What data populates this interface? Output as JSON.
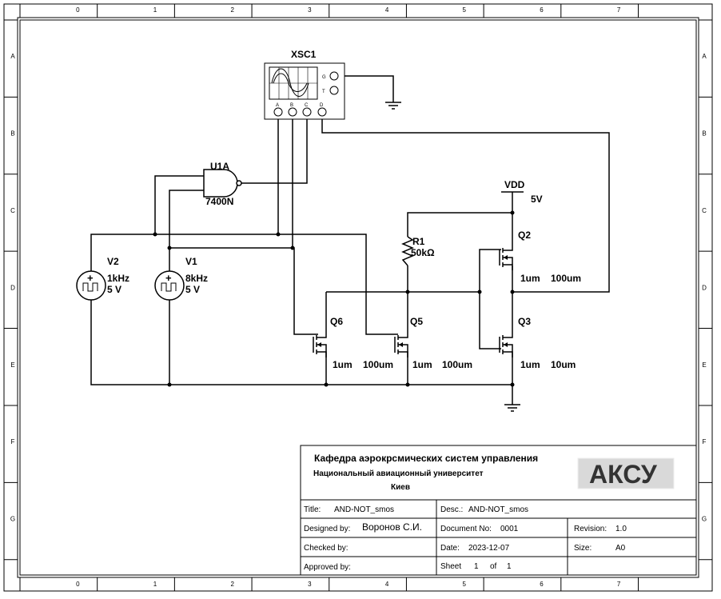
{
  "ruler": {
    "columns": [
      "0",
      "1",
      "2",
      "3",
      "4",
      "5",
      "6",
      "7"
    ],
    "rows": [
      "A",
      "B",
      "C",
      "D",
      "E",
      "F",
      "G"
    ]
  },
  "components": {
    "oscilloscope": {
      "ref": "XSC1",
      "ports": [
        "A",
        "B",
        "C",
        "D"
      ],
      "side_ports": [
        "G",
        "T"
      ]
    },
    "gate": {
      "ref": "U1A",
      "part": "7400N"
    },
    "v2": {
      "ref": "V2",
      "freq": "1kHz",
      "amp": "5 V"
    },
    "v1": {
      "ref": "V1",
      "freq": "8kHz",
      "amp": "5 V"
    },
    "vdd": {
      "ref": "VDD",
      "value": "5V"
    },
    "r1": {
      "ref": "R1",
      "value": "50kΩ"
    },
    "q2": {
      "ref": "Q2",
      "l": "1um",
      "w": "100um"
    },
    "q3": {
      "ref": "Q3",
      "l": "1um",
      "w": "10um"
    },
    "q5": {
      "ref": "Q5",
      "l": "1um",
      "w": "100um"
    },
    "q6": {
      "ref": "Q6",
      "l": "1um",
      "w": "100um"
    }
  },
  "title_block": {
    "department": "Кафедра аэрокрсмических систем управления",
    "university": "Национальный авиационный университет",
    "city": "Киев",
    "logo": "АКСУ",
    "title_label": "Title:",
    "title_value": "AND-NOT_smos",
    "desc_label": "Desc.:",
    "desc_value": "AND-NOT_smos",
    "designed_label": "Designed by:",
    "designed_value": "Воронов С.И.",
    "docno_label": "Document No:",
    "docno_value": "0001",
    "revision_label": "Revision:",
    "revision_value": "1.0",
    "checked_label": "Checked by:",
    "date_label": "Date:",
    "date_value": "2023-12-07",
    "size_label": "Size:",
    "size_value": "A0",
    "approved_label": "Approved by:",
    "sheet_label": "Sheet",
    "sheet_value": "1",
    "of_label": "of",
    "of_value": "1"
  },
  "colors": {
    "line": "#000000",
    "logo_bg": "#d9d9d9",
    "logo_text": "#333333"
  }
}
